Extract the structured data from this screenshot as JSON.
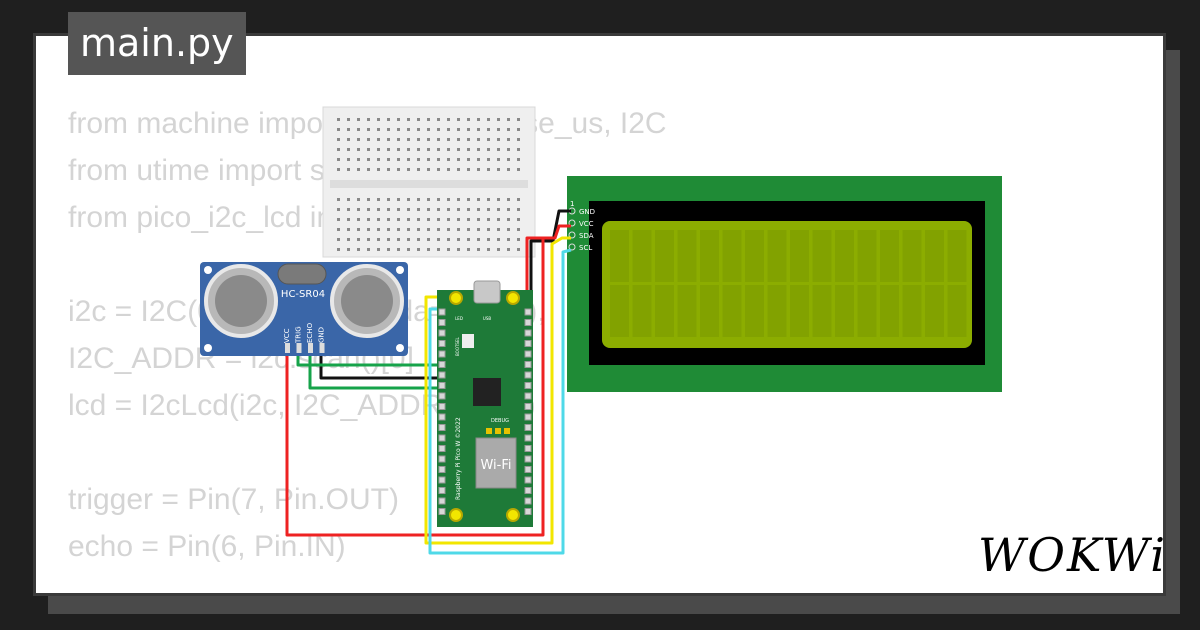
{
  "file_tab": {
    "label": "main.py"
  },
  "code_lines": [
    "from machine import Pin, time_pulse_us, I2C",
    "from utime import sleep, sleep_us",
    "from pico_i2c_lcd import I2cLcd",
    "",
    "i2c = I2C(0, scl=Pin(1), sda=Pin(0)),",
    "I2C_ADDR = i2c.scan()[0]",
    "lcd = I2cLcd(i2c, I2C_ADDR, 2, 16)",
    "",
    "trigger = Pin(7, Pin.OUT)",
    "echo = Pin(6, Pin.IN)"
  ],
  "sensor": {
    "label": "HC-SR04",
    "pins": [
      "VCC",
      "TRIG",
      "ECHO",
      "GND"
    ]
  },
  "pico": {
    "wifi_label": "Wi-Fi",
    "board_label": "Raspberry Pi Pico W ©2022",
    "debug_label": "DEBUG",
    "led_label": "LED",
    "usb_label": "USB",
    "bootsel_label": "BOOTSEL"
  },
  "lcd": {
    "pin_number": "1",
    "pins": [
      "GND",
      "VCC",
      "SDA",
      "SCL"
    ]
  },
  "logo": {
    "text": "WOKWi"
  },
  "colors": {
    "wire_red": "#ee2222",
    "wire_black": "#111111",
    "wire_yellow": "#f2e600",
    "wire_cyan": "#4fd9e8",
    "pcb_green": "#1e7a38",
    "lcd_green": "#8cad00"
  }
}
